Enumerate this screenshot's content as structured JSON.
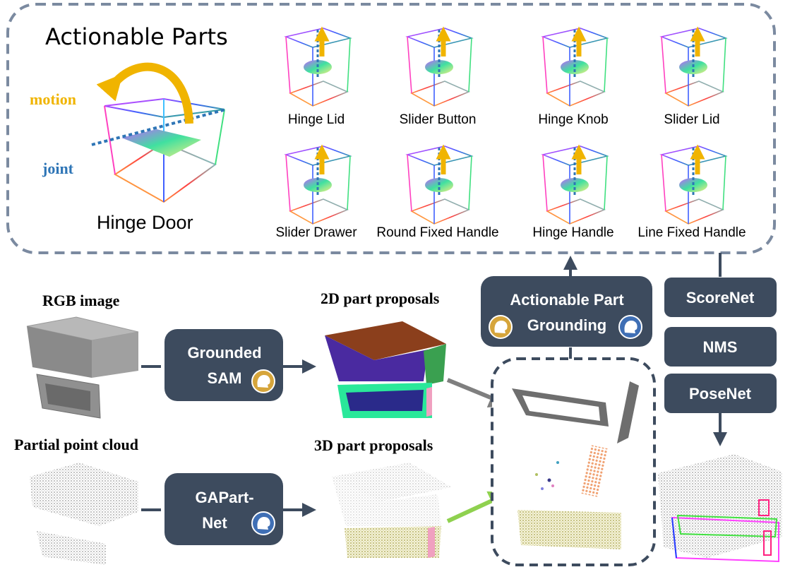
{
  "panel": {
    "title": "Actionable Parts",
    "main_part": {
      "label": "Hinge Door",
      "motion_label": "motion",
      "joint_label": "joint"
    },
    "parts": [
      {
        "label": "Hinge Lid"
      },
      {
        "label": "Slider Button"
      },
      {
        "label": "Hinge Knob"
      },
      {
        "label": "Slider Lid"
      },
      {
        "label": "Slider Drawer"
      },
      {
        "label": "Round Fixed Handle"
      },
      {
        "label": "Hinge Handle"
      },
      {
        "label": "Line Fixed Handle"
      }
    ]
  },
  "pipeline": {
    "rgb_label": "RGB image",
    "pointcloud_label": "Partial point cloud",
    "proposals_2d_label": "2D part proposals",
    "proposals_3d_label": "3D part proposals",
    "grounded_sam": {
      "line1": "Grounded",
      "line2": "SAM"
    },
    "gapartnet": {
      "line1": "GAPart-",
      "line2": "Net"
    },
    "grounding": {
      "line1": "Actionable Part",
      "line2": "Grounding"
    },
    "scorenet": "ScoreNet",
    "nms": "NMS",
    "posenet": "PoseNet"
  },
  "colors": {
    "module_box": "#3d4b5e",
    "panel_border": "#7b8aa0",
    "motion_arrow": "#f0b400",
    "joint_line": "#2e75b6",
    "badge_gold": "#d6a53b",
    "badge_blue": "#3f6fb5",
    "green_arrow": "#8fd14f",
    "gray_arrow": "#7f7f7f"
  }
}
